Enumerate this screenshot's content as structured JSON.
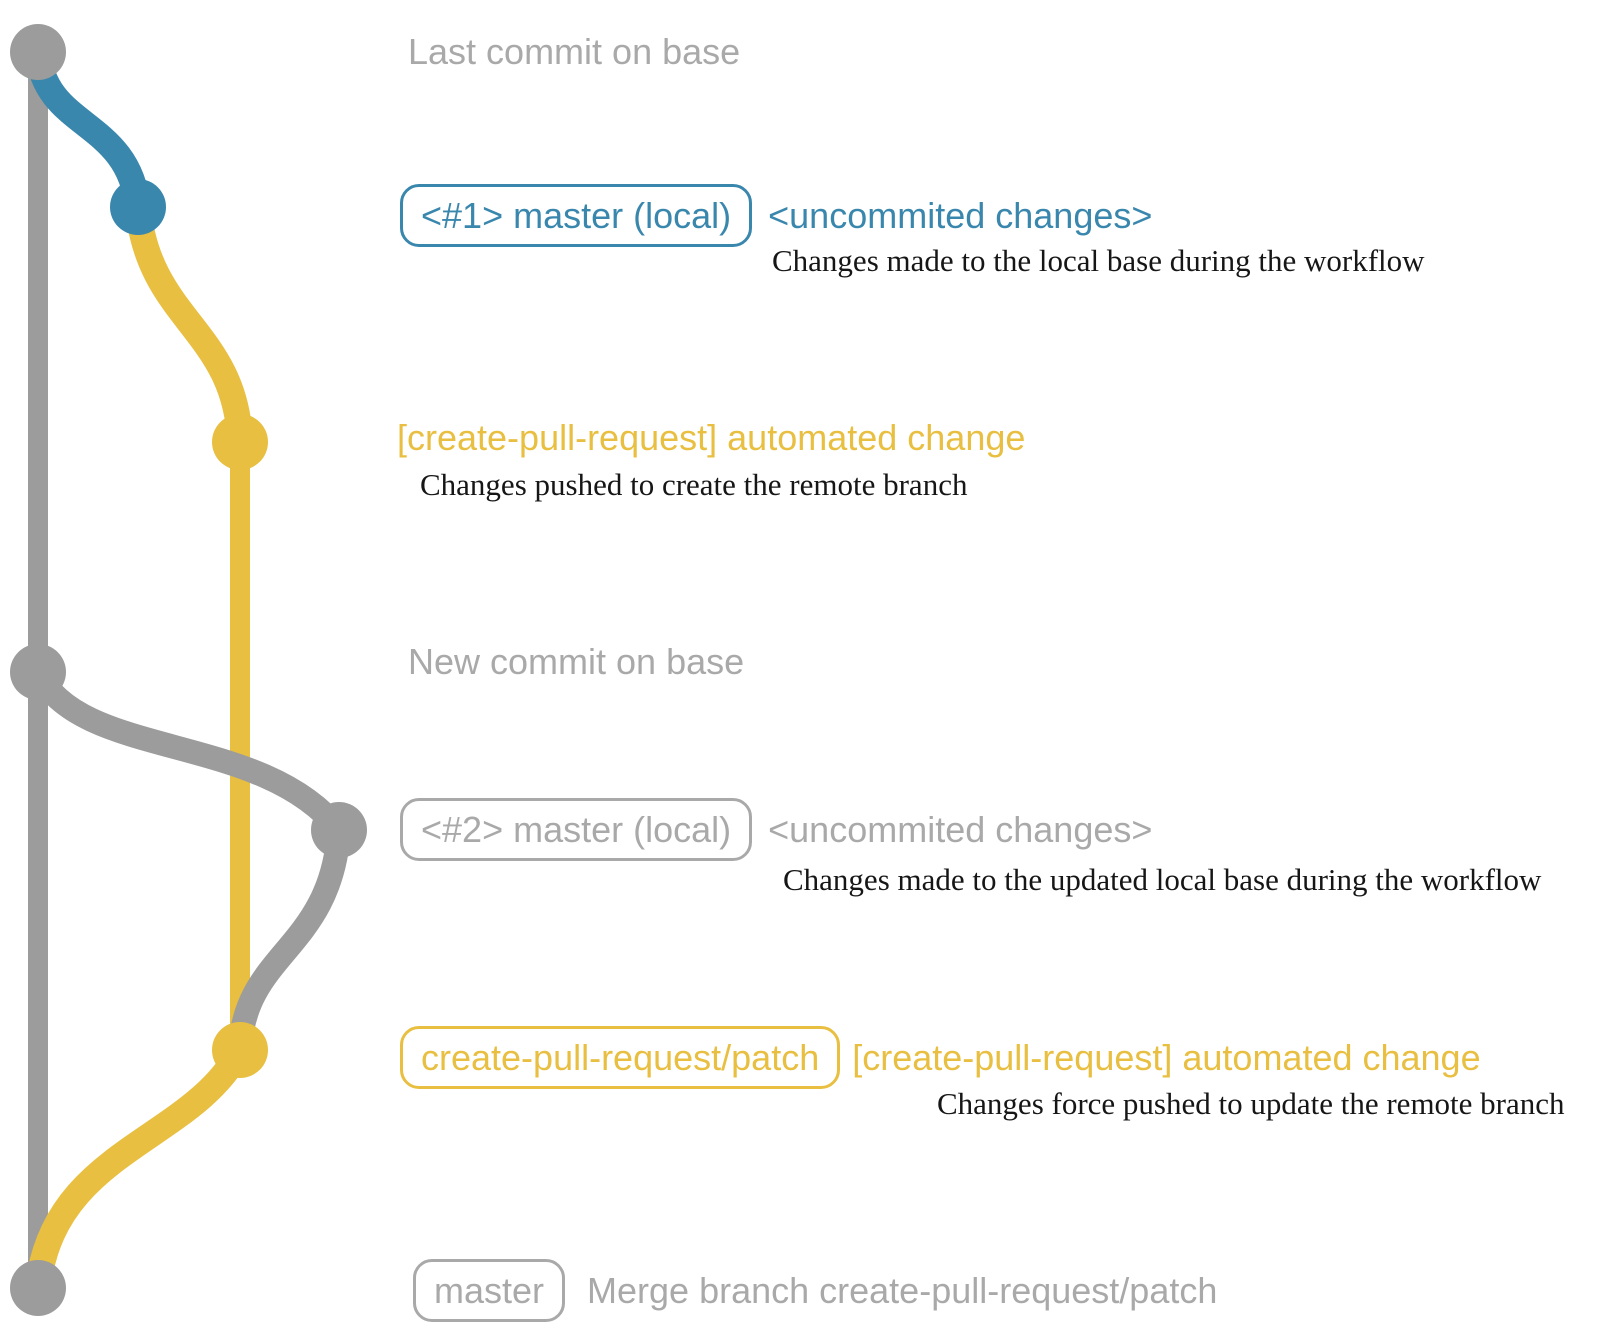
{
  "colors": {
    "gray_graph": "#9c9c9c",
    "gray_text": "#a9a9a9",
    "blue": "#3a87ae",
    "yellow": "#e8bf41",
    "ink": "#161616"
  },
  "annotations": {
    "last_commit": {
      "label": "Last commit on base"
    },
    "local1": {
      "badge": "<#1> master (local)",
      "note": "<uncommited changes>",
      "desc": "Changes made to the local base during the workflow"
    },
    "push1": {
      "heading": "[create-pull-request] automated change",
      "desc": "Changes pushed to create the remote branch"
    },
    "new_commit": {
      "label": "New commit on base"
    },
    "local2": {
      "badge": "<#2> master (local)",
      "note": "<uncommited changes>",
      "desc": "Changes made to the updated local base during the workflow"
    },
    "push2": {
      "badge": "create-pull-request/patch",
      "heading": "[create-pull-request] automated change",
      "desc": "Changes force pushed to update the remote branch"
    },
    "merge": {
      "badge": "master",
      "heading": "Merge branch create-pull-request/patch"
    }
  }
}
